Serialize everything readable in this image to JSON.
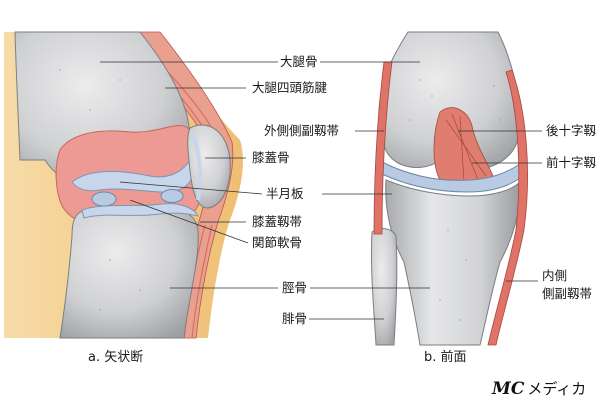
{
  "labels": {
    "femur": "大腿骨",
    "quad_tendon": "大腿四頭筋腱",
    "patella": "膝蓋骨",
    "meniscus": "半月板",
    "patellar_ligament": "膝蓋靱帯",
    "cartilage": "関節軟骨",
    "tibia": "脛骨",
    "fibula": "腓骨",
    "lcl": "外側側副靱帯",
    "pcl": "後十字靱",
    "acl": "前十字靱",
    "mcl_line1": "内側",
    "mcl_line2": "側副靱帯"
  },
  "captions": {
    "a": "a. 矢状断",
    "b": "b. 前面"
  },
  "brand": {
    "mark": "MC",
    "text": "メディカ"
  },
  "colors": {
    "bone": "#cfd0d2",
    "bone_dark": "#9fa1a4",
    "skin": "#f3c98a",
    "muscle": "#e58f86",
    "cartilage": "#b9cbe2",
    "ligament_red": "#e07368"
  }
}
